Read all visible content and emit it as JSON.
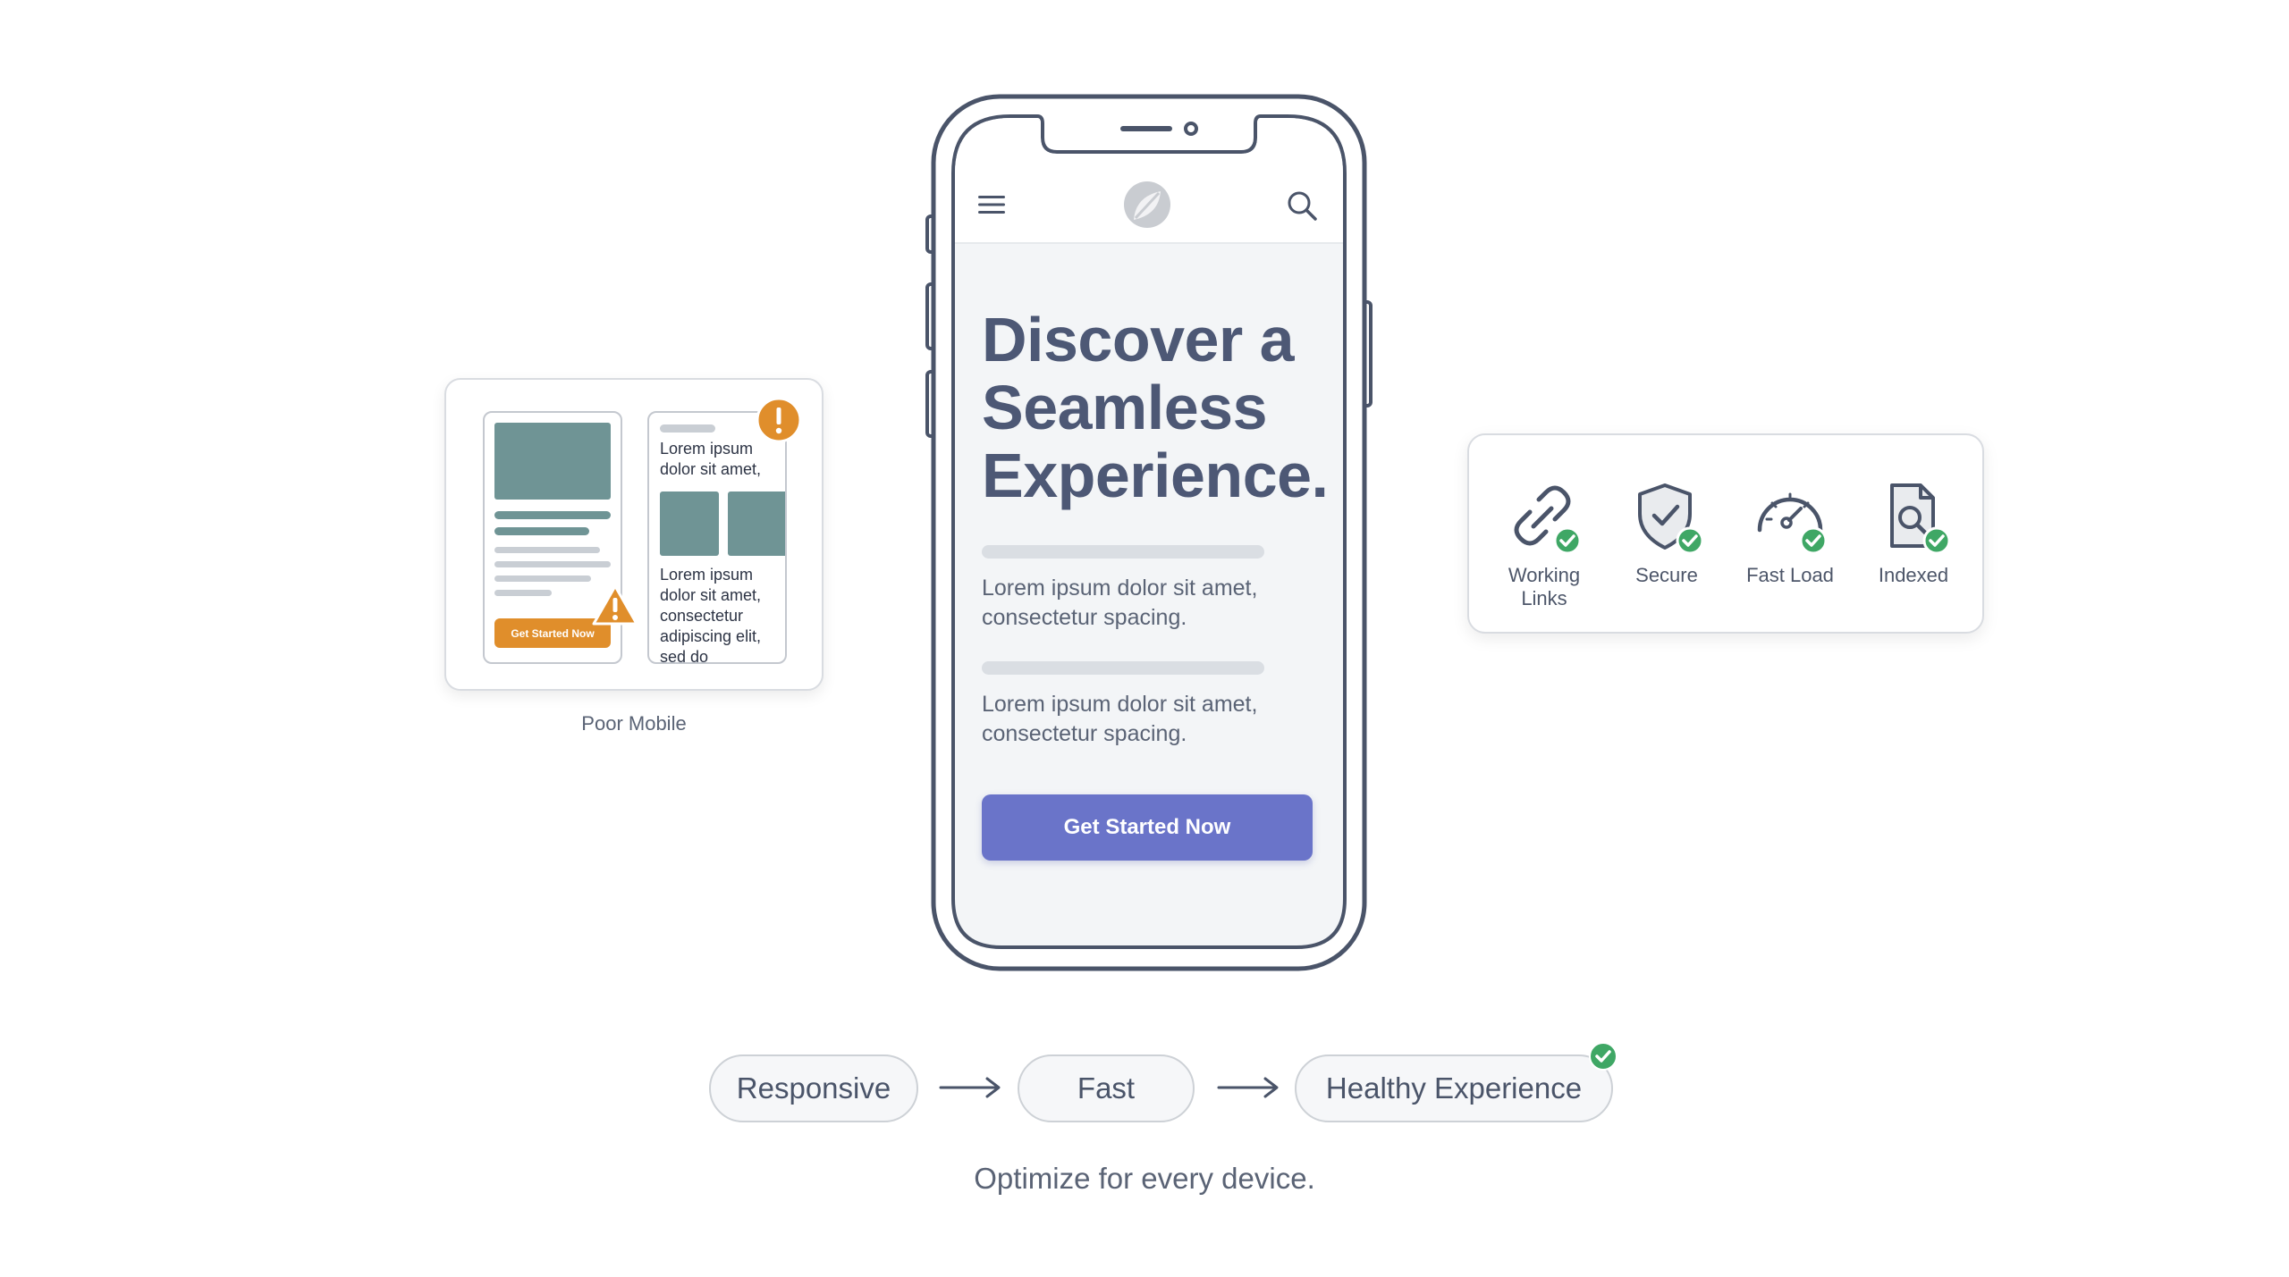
{
  "poor_mobile": {
    "cta_label": "Get Started Now",
    "text_top": "Lorem ipsum dolor sit amet,",
    "text_bottom": "Lorem ipsum dolor sit amet, consectetur adipiscing elit, sed do",
    "caption": "Poor Mobile",
    "icons": [
      "warning-triangle-icon",
      "alert-circle-icon"
    ],
    "colors": {
      "warning": "#e08e2b",
      "block": "#6f9495"
    }
  },
  "phone": {
    "icons": [
      "menu-icon",
      "leaf-logo-icon",
      "search-icon"
    ],
    "hero_title": "Discover a Seamless Experience.",
    "paragraph_1": "Lorem ipsum dolor sit amet, consectetur spacing.",
    "paragraph_2": "Lorem ipsum dolor sit amet, consectetur spacing.",
    "cta_label": "Get Started Now",
    "colors": {
      "frame": "#4a5469",
      "screen": "#f3f5f7",
      "cta": "#6a74c9"
    }
  },
  "health_checks": {
    "items": [
      {
        "label": "Working Links",
        "icon": "link-icon"
      },
      {
        "label": "Secure",
        "icon": "shield-icon"
      },
      {
        "label": "Fast Load",
        "icon": "speedometer-icon"
      },
      {
        "label": "Indexed",
        "icon": "document-search-icon"
      }
    ],
    "check_color": "#3fa765"
  },
  "flow": {
    "steps": [
      "Responsive",
      "Fast",
      "Healthy Experience"
    ],
    "tagline": "Optimize for every device."
  }
}
